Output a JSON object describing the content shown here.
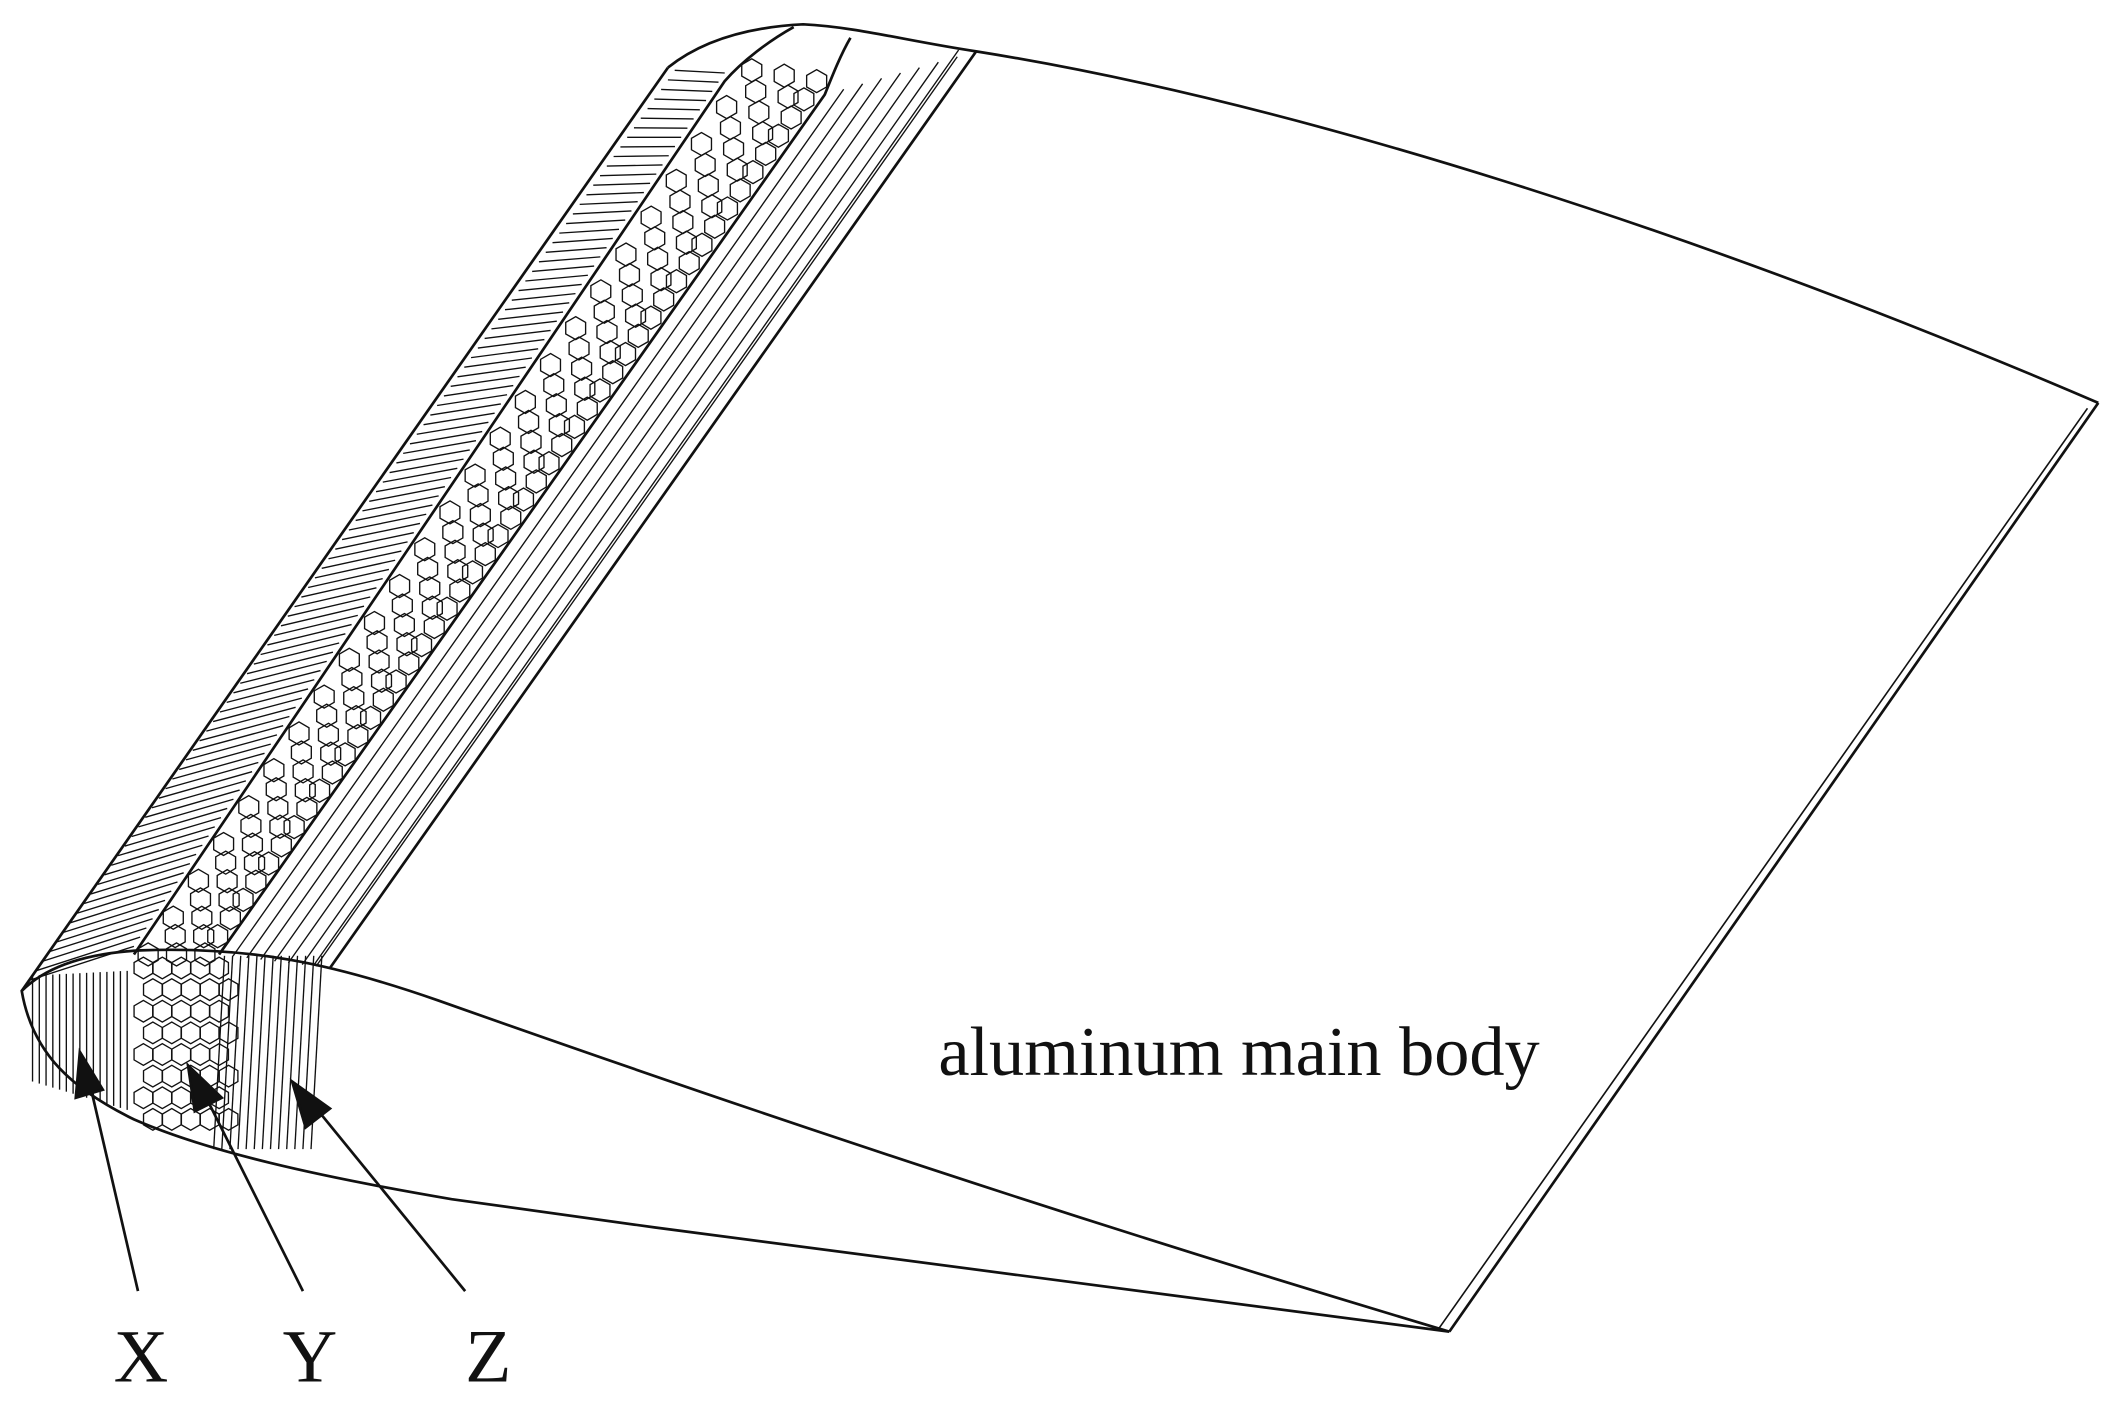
{
  "figure": {
    "body_label": "aluminum main body",
    "layer_labels": [
      "X",
      "Y",
      "Z"
    ]
  },
  "colors": {
    "line": "#111111",
    "background": "#ffffff"
  }
}
